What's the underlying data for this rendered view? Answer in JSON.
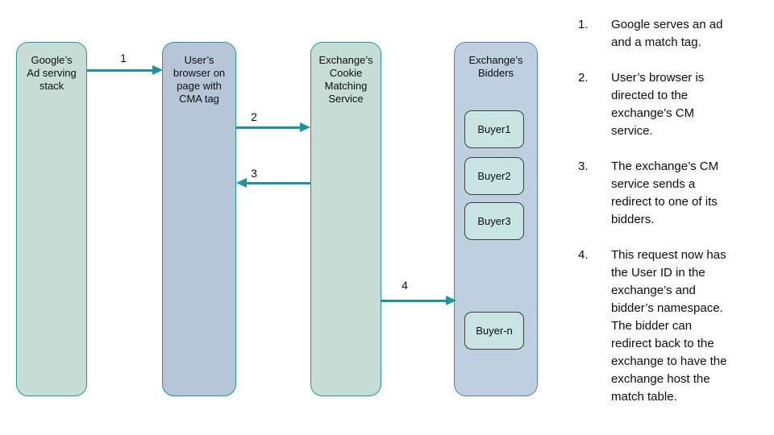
{
  "colors": {
    "teal_border": "#1f96a4",
    "green_fill": "#c6ded5",
    "browser_fill": "#b6c6d8",
    "bidders_fill": "#bfcfe0",
    "bidders_border": "#4f86c8",
    "buyer_fill": "#c9e5e1",
    "buyer_border": "#404040",
    "arrow": "#1b93a3",
    "text": "#0d0d0d"
  },
  "diagram": {
    "nodes": {
      "google": {
        "label": "Google’s\nAd serving\nstack"
      },
      "browser": {
        "label": "User’s\nbrowser on\npage with\nCMA tag"
      },
      "cms": {
        "label": "Exchange’s\nCookie\nMatching\nService"
      },
      "bidders": {
        "label": "Exchange’s\nBidders",
        "buyers": [
          "Buyer1",
          "Buyer2",
          "Buyer3",
          "Buyer-n"
        ]
      }
    },
    "arrows": [
      {
        "label": "1",
        "from": "google",
        "to": "browser"
      },
      {
        "label": "2",
        "from": "browser",
        "to": "cms"
      },
      {
        "label": "3",
        "from": "cms",
        "to": "browser"
      },
      {
        "label": "4",
        "from": "cms",
        "to": "bidders"
      }
    ]
  },
  "steps": [
    {
      "number": "1.",
      "text": "Google serves an ad\nand a match tag."
    },
    {
      "number": "2.",
      "text": "User’s browser is\ndirected to the\nexchange’s CM\nservice."
    },
    {
      "number": "3.",
      "text": "The exchange’s CM\nservice sends a\nredirect to one of its\nbidders."
    },
    {
      "number": "4.",
      "text": "This request now has\nthe User ID in the\nexchange’s and\nbidder’s namespace.\nThe bidder can\nredirect back to the\nexchange to have the\nexchange host the\nmatch table."
    }
  ]
}
